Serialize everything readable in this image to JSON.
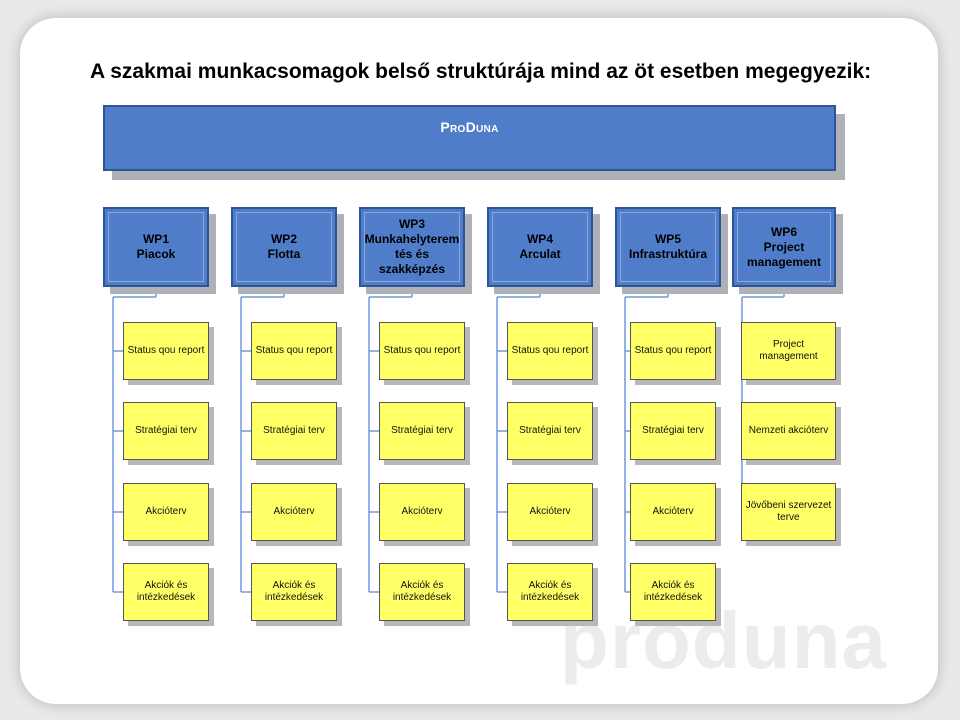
{
  "title": "A szakmai munkacsomagok belső struktúrája mind az öt esetben megegyezik:",
  "top_box": {
    "label": "ProDuna"
  },
  "watermark": {
    "text": "produna"
  },
  "packages": [
    {
      "label": "WP1\nPiacok",
      "tasks": [
        "Status qou report",
        "Stratégiai terv",
        "Akcióterv",
        "Akciók és\nintézkedések"
      ]
    },
    {
      "label": "WP2\nFlotta",
      "tasks": [
        "Status qou report",
        "Stratégiai terv",
        "Akcióterv",
        "Akciók és\nintézkedések"
      ]
    },
    {
      "label": "WP3\nMunkahelyterem\ntés és\nszakképzés",
      "tasks": [
        "Status qou report",
        "Stratégiai terv",
        "Akcióterv",
        "Akciók és\nintézkedések"
      ]
    },
    {
      "label": "WP4\nArculat",
      "tasks": [
        "Status qou report",
        "Stratégiai terv",
        "Akcióterv",
        "Akciók és\nintézkedések"
      ]
    },
    {
      "label": "WP5\nInfrastruktúra",
      "tasks": [
        "Status qou report",
        "Stratégiai terv",
        "Akcióterv",
        "Akciók és\nintézkedések"
      ]
    },
    {
      "label": "WP6\nProject\nmanagement",
      "tasks": [
        "Project management",
        "Nemzeti akcióterv",
        "Jövőbeni szervezet\nterve"
      ]
    }
  ]
}
